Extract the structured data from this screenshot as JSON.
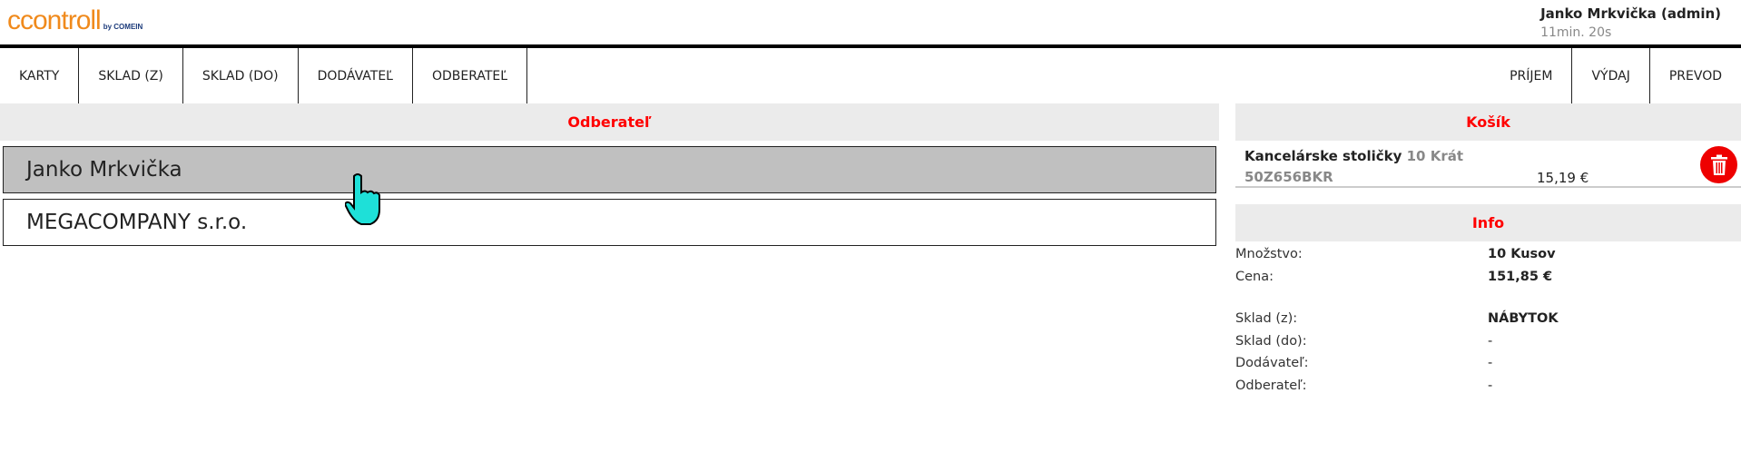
{
  "header": {
    "logo": "ccontroll",
    "logo_sub": "by COMEIN",
    "user": "Janko Mrkvička (admin)",
    "session": "11min. 20s"
  },
  "nav": {
    "left": [
      "KARTY",
      "SKLAD (Z)",
      "SKLAD (DO)",
      "DODÁVATEĽ",
      "ODBERATEĽ"
    ],
    "right": [
      "PRÍJEM",
      "VÝDAJ",
      "PREVOD"
    ]
  },
  "main": {
    "title": "Odberateľ",
    "rows": [
      "Janko Mrkvička",
      "MEGACOMPANY s.r.o."
    ]
  },
  "cart": {
    "title": "Košík",
    "item": {
      "name": "Kancelárske stoličky",
      "qty": "10 Krát",
      "code": "50Z656BKR",
      "price": "15,19 €"
    }
  },
  "info": {
    "title": "Info",
    "rows": [
      {
        "label": "Množstvo:",
        "value": "10 Kusov"
      },
      {
        "label": "Cena:",
        "value": "151,85 €"
      },
      {
        "label": "Sklad (z):",
        "value": "NÁBYTOK"
      },
      {
        "label": "Sklad (do):",
        "value": "-"
      },
      {
        "label": "Dodávateľ:",
        "value": "-"
      },
      {
        "label": "Odberateľ:",
        "value": "-"
      }
    ]
  },
  "colors": {
    "accent": "#ff0000",
    "logo": "#f08a1c"
  }
}
